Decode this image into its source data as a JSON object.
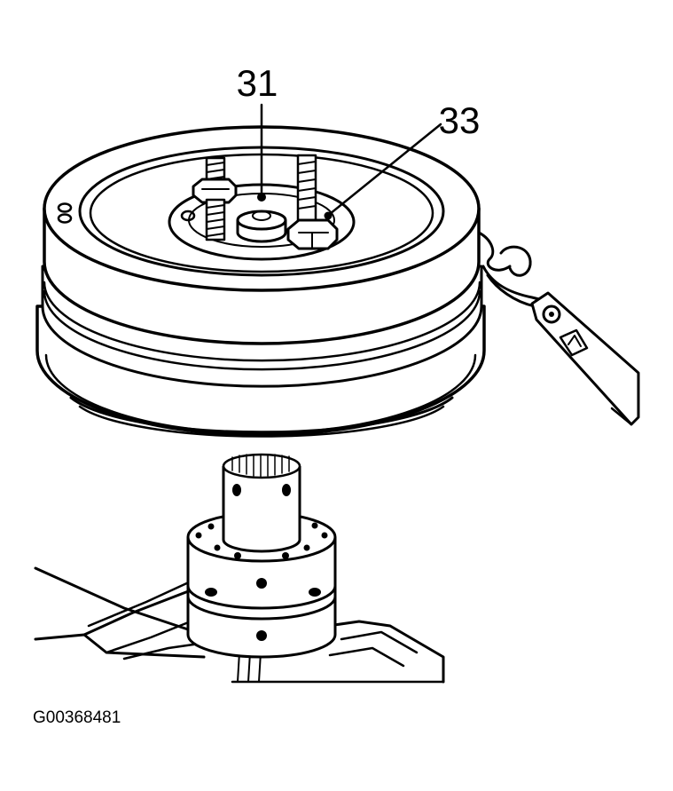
{
  "callouts": [
    {
      "id": "31",
      "label": "31"
    },
    {
      "id": "33",
      "label": "33"
    }
  ],
  "figure_id": "G00368481",
  "colors": {
    "ink": "#000000",
    "paper": "#ffffff"
  }
}
